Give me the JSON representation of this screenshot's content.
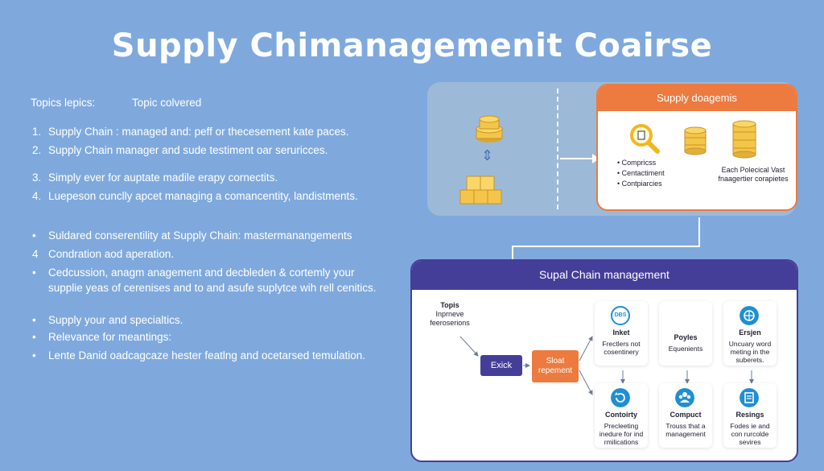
{
  "title": "Supply Chimanagemenit Coairse",
  "left": {
    "head_col1": "Topics lepics:",
    "head_col2": "Topic colvered",
    "items": [
      {
        "marker": "1.",
        "text": "Supply Chain : managed and: peff or thecesement kate paces."
      },
      {
        "marker": "2.",
        "text": "Supply Chain manager and sude testiment oar seruricces."
      },
      {
        "marker": "3.",
        "text": "Simply ever for auptate madile erapy cornectits."
      },
      {
        "marker": "4.",
        "text": "Luepeson cunclly apcet managing a comancentity, landistments."
      },
      {
        "marker": "•",
        "text": "Suldared conserentility at Supply Chain: mastermanangements"
      },
      {
        "marker": "4",
        "text": "Condration aod aperation."
      },
      {
        "marker": "•",
        "text": "Cedcussion, anagm anagement and decbleden & cortemly your supplie yeas of cerenises and to and asufe suplytce wih rell cenitics."
      },
      {
        "marker": "•",
        "text": "Supply your and specialtics."
      },
      {
        "marker": "•",
        "text": "Relevance for meantings:"
      },
      {
        "marker": "•",
        "text": "Lente Danid oadcagcaze hester featlng and ocetarsed temulation."
      }
    ]
  },
  "top_diagram": {
    "header": "Supply doagemis",
    "list": [
      "Compricss",
      "Centactiment",
      "Contpiarcies"
    ],
    "right_text": "Each Polecical Vast fnaagertier corapietes"
  },
  "bottom_diagram": {
    "header": "Supal Chain management",
    "topics_title": "Topis",
    "topics_sub": "Inprneve feeroserions",
    "btn_exick": "Exick",
    "btn_sloat": "Sloat repement",
    "cards": [
      {
        "title": "Inket",
        "desc": "Frectlers not cosentinery",
        "icon": "dbs-icon",
        "icon_text": "DBS"
      },
      {
        "title": "Poyles",
        "desc": "Equenients",
        "icon": "none",
        "icon_text": ""
      },
      {
        "title": "Ersjen",
        "desc": "Uncuary word meting in the suberets.",
        "icon": "globe-icon",
        "icon_text": ""
      },
      {
        "title": "Contoirty",
        "desc": "Precleeting inedure for ind rmilications",
        "icon": "refresh-icon",
        "icon_text": ""
      },
      {
        "title": "Compuct",
        "desc": "Trouss that a management",
        "icon": "team-icon",
        "icon_text": ""
      },
      {
        "title": "Resings",
        "desc": "Fodes ie and con rurcolde sevires",
        "icon": "doc-icon",
        "icon_text": ""
      }
    ]
  },
  "colors": {
    "background": "#7fa9dd",
    "orange": "#ed7a3f",
    "purple": "#453e98",
    "icon_blue": "#1f8fd1",
    "gold": "#f3c64a"
  }
}
